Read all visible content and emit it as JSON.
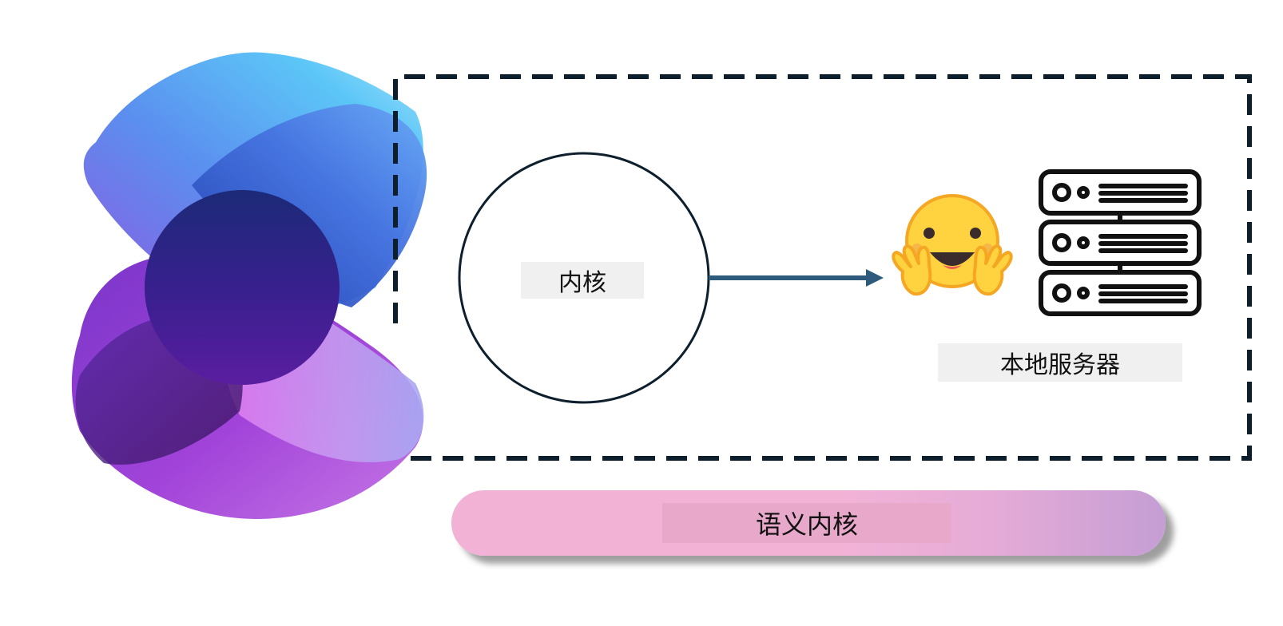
{
  "labels": {
    "kernel": "内核",
    "local_server": "本地服务器",
    "semantic_kernel": "语义内核"
  },
  "colors": {
    "dashed_border": "#0d1f2d",
    "arrow": "#2e5b7b",
    "circle_stroke": "#0d1f2d",
    "label_background": "#f0f0f0",
    "bar_pink": "#f1b2d6",
    "bar_lavender": "#c59ed4",
    "bar_label_background": "#e7a8ca"
  },
  "icons": {
    "logo": "semantic-kernel-logo",
    "hugging_face": "hugging-face-emoji-icon",
    "server": "server-rack-icon"
  }
}
